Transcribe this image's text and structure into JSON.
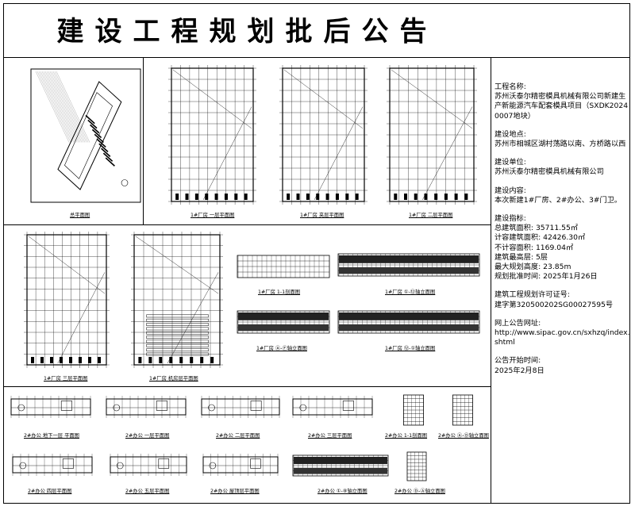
{
  "title": "建设工程规划批后公告",
  "project": {
    "name_label": "工程名称:",
    "name_value": "苏州沃泰尔精密模具机械有限公司新建生产新能源汽车配套模具项目（SXDK20240007地块）",
    "site_label": "建设地点:",
    "site_value": "苏州市相城区湖村荡路以南、方桥路以西",
    "unit_label": "建设单位:",
    "unit_value": "苏州沃泰尔精密模具机械有限公司",
    "content_label": "建设内容:",
    "content_value": "本次新建1#厂房、2#办公、3#门卫。",
    "indicators_label": "建设指标:",
    "indicators": [
      "总建筑面积: 35711.55㎡",
      "计容建筑面积: 42426.30㎡",
      "不计容面积:  1169.04㎡",
      "建筑最高层: 5层",
      "最大规划高度: 23.85m",
      "规划批准时间: 2025年1月26日"
    ],
    "permit_label": "建筑工程规划许可证号:",
    "permit_value": "建字第320500202SG00027595号",
    "url_label": "网上公告网址:",
    "url_value": "http://www.sipac.gov.cn/sxhzq/index.shtml",
    "date_label": "公告开始时间:",
    "date_value": "2025年2月8日"
  },
  "captions": {
    "site_plan": "总平面图",
    "c1": "1#厂房 一层平面图",
    "c2": "1#厂房 夹层平面图",
    "c3": "1#厂房 二层平面图",
    "c4": "1#厂房 三层平面图",
    "c5": "1#厂房 机房层平面图",
    "c6": "1#厂房 1-1剖面图",
    "c7": "1#厂房 ①-⑫轴立面图",
    "c8": "1#厂房 Ⓐ-Ⓕ轴立面图",
    "c9": "1#厂房 ⑫-①轴立面图",
    "o1": "2#办公 地下一层 平面图",
    "o2": "2#办公 一层平面图",
    "o3": "2#办公 二层平面图",
    "o4": "2#办公 三层平面图",
    "o5": "2#办公 1-1剖面图",
    "o6": "2#办公 Ⓐ-Ⓓ轴立面图",
    "o7": "2#办公 四层平面图",
    "o8": "2#办公 五层平面图",
    "o9": "2#办公 屋顶层平面图",
    "o10": "2#办公 ①-⑧轴立面图",
    "o11": "2#办公 Ⓓ-Ⓐ轴立面图"
  }
}
